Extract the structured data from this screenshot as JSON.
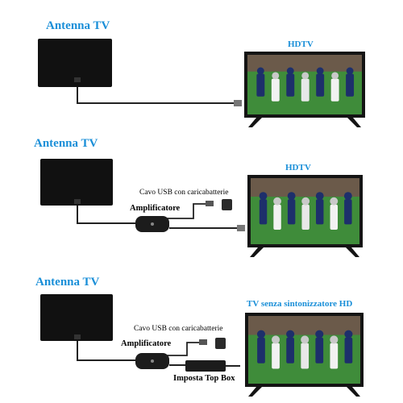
{
  "colors": {
    "accent": "#1a8fd8",
    "antenna": "#111111",
    "cable": "#222222",
    "tv_frame": "#141414",
    "field": "#3f8c3a"
  },
  "panels": [
    {
      "antenna_label": "Antenna TV",
      "tv_label": "HDTV",
      "icons": [
        "antenna-icon",
        "tv-icon",
        "cable-icon"
      ]
    },
    {
      "antenna_label": "Antenna TV",
      "tv_label": "HDTV",
      "usb_label": "Cavo USB con caricabatterie",
      "amp_label": "Amplificatore",
      "icons": [
        "antenna-icon",
        "amplifier-icon",
        "usb-charger-icon",
        "tv-icon"
      ]
    },
    {
      "antenna_label": "Antenna TV",
      "tv_label": "TV senza sintonizzatore HD",
      "usb_label": "Cavo USB con caricabatterie",
      "amp_label": "Amplificatore",
      "box_label": "Imposta Top Box",
      "icons": [
        "antenna-icon",
        "amplifier-icon",
        "usb-charger-icon",
        "set-top-box-icon",
        "tv-icon"
      ]
    }
  ]
}
